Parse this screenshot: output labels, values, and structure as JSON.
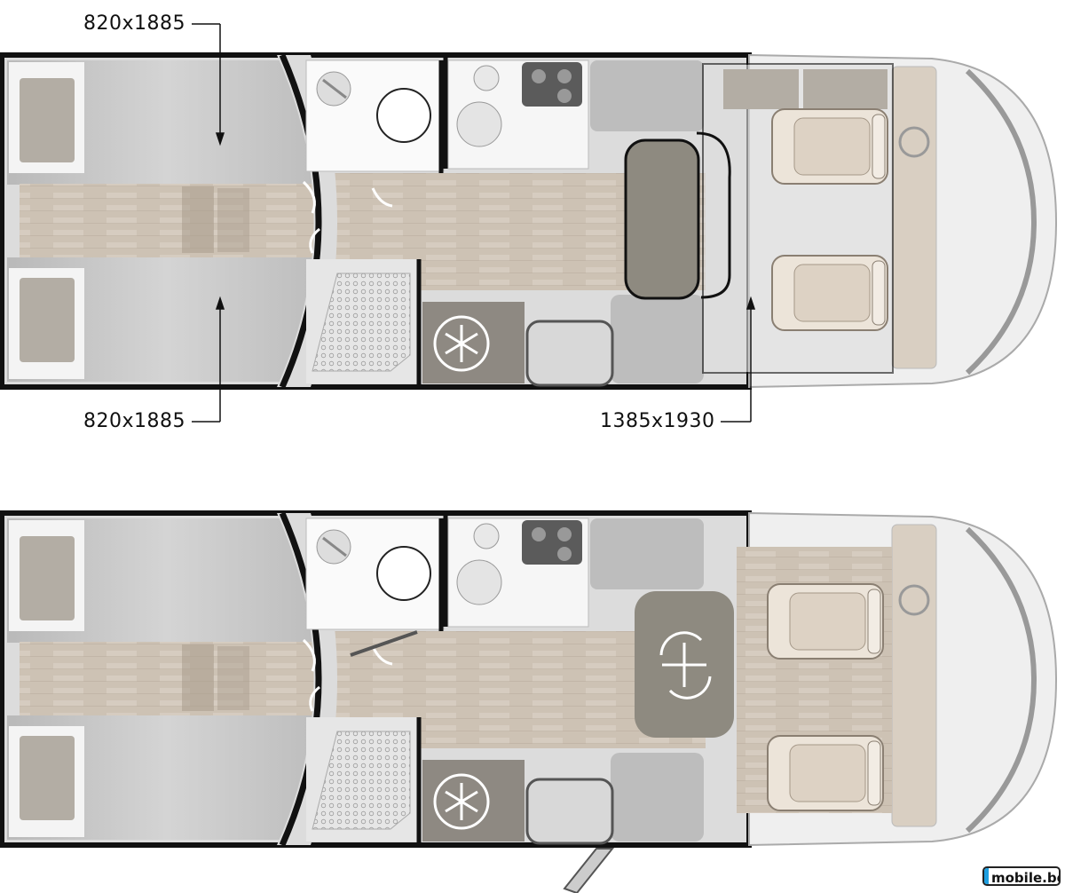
{
  "plan_top": {
    "rear_bed_top_dim": "820x1885",
    "rear_bed_bottom_dim": "820x1885",
    "drop_down_bed_dim": "1385x1930"
  },
  "plan_bottom": {
    "table_icon": "swivel-move-icon",
    "fridge_icon": "snowflake-icon"
  },
  "watermark": "mobile.bg",
  "colors": {
    "wood": "#cbc0b2",
    "bed": "#c6c6c6",
    "wall": "#111111",
    "cab_trim": "#d9cfc2",
    "fridge": "#8e8982"
  }
}
